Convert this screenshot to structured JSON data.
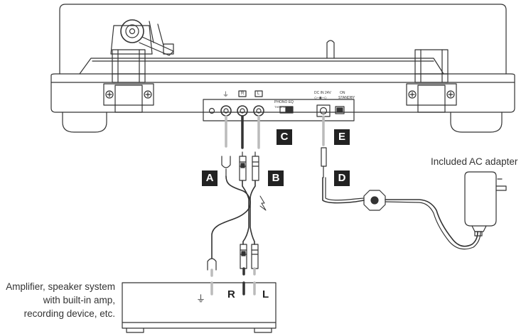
{
  "labels": {
    "a": "A",
    "b": "B",
    "c": "C",
    "d": "D",
    "e": "E"
  },
  "panel": {
    "ground_symbol": "⏚",
    "r_jack": "R",
    "l_jack": "L",
    "phono_eq_title": "PHONO EQ",
    "phono_eq_options": "THRU   ON",
    "dc_in": "DC IN 24V",
    "dc_polarity": "◇–◉–◇",
    "power_on": "ON",
    "power_standby": "STANDBY"
  },
  "adapter": {
    "caption": "Included AC adapter"
  },
  "amplifier": {
    "caption_lines": [
      "Amplifier, speaker system",
      "with built-in amp,",
      "recording device, etc."
    ],
    "ground_symbol": "⏚",
    "r_label": "R",
    "l_label": "L"
  },
  "colors": {
    "line": "#333333",
    "label_bg": "#222222",
    "cable_grey": "#bbbbbb",
    "jack_fill": "#ffffff"
  }
}
